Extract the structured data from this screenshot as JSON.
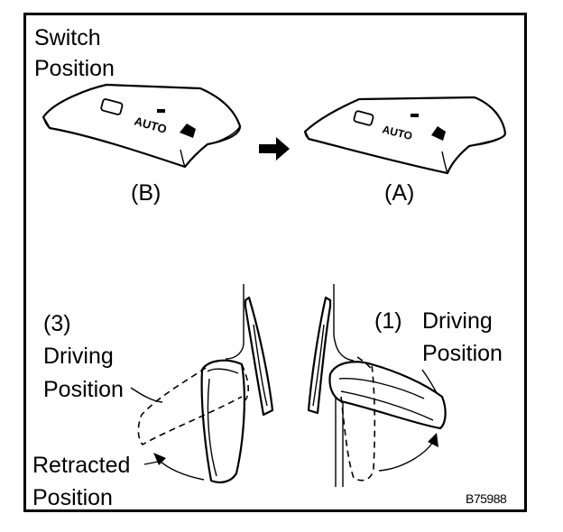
{
  "labels": {
    "switch_position": [
      "Switch",
      "Position"
    ],
    "b": "(B)",
    "a": "(A)",
    "three": "(3)",
    "driving_left": [
      "Driving",
      "Position"
    ],
    "one": "(1)",
    "driving_right": [
      "Driving",
      "Position"
    ],
    "retracted": [
      "Retracted",
      "Position"
    ],
    "auto_text": "AUTO",
    "figure_code": "B75988"
  }
}
